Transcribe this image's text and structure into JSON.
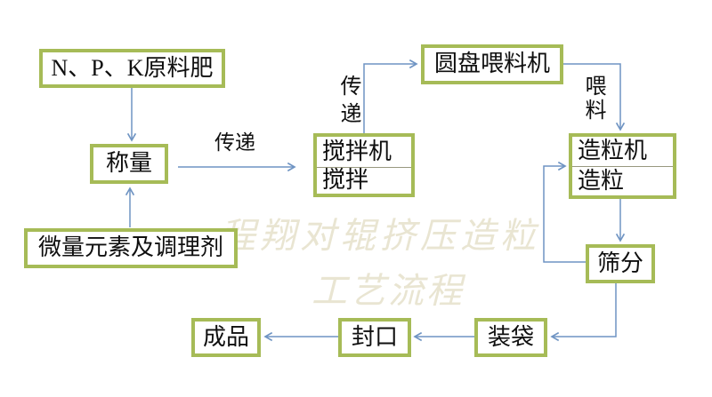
{
  "flowchart": {
    "nodes": {
      "raw_fertilizer": {
        "label": "N、P、K原料肥"
      },
      "weighing": {
        "label": "称量"
      },
      "mixer": {
        "line1": "搅拌机",
        "line2": "搅拌"
      },
      "disc_feeder": {
        "label": "圆盘喂料机"
      },
      "granulator": {
        "line1": "造粒机",
        "line2": "造粒"
      },
      "sieving": {
        "label": "筛分"
      },
      "bagging": {
        "label": "装袋"
      },
      "sealing": {
        "label": "封口"
      },
      "finished_product": {
        "label": "成品"
      },
      "trace_elements": {
        "label": "微量元素及调理剂"
      }
    },
    "edge_labels": {
      "transfer_horizontal": "传递",
      "transfer_vertical": "传递",
      "feeding_vertical": "喂料"
    },
    "watermark": {
      "line1": "程翔对辊挤压造粒",
      "line2": "工艺流程"
    },
    "colors": {
      "box_border": "#a6bb57",
      "connector": "#6f94c3",
      "watermark": "#e9e5d2",
      "text": "#0f0f0f"
    }
  }
}
